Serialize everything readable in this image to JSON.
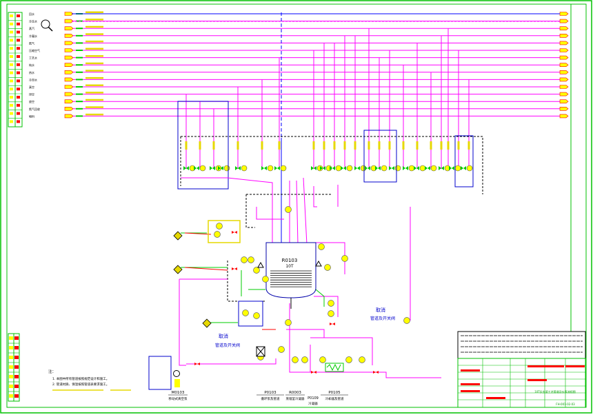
{
  "colors": {
    "frame": "#00c000",
    "magenta": "#ff00ff",
    "blue": "#0000ff",
    "yellow": "#ffff00",
    "green": "#00cc00",
    "red": "#ff0000",
    "black": "#000000",
    "pipe_tag": "#e6d800"
  },
  "left_labels": [
    "回水",
    "冷冻水",
    "蒸汽",
    "冷凝水",
    "氮气",
    "压缩空气",
    "工艺水",
    "纯水",
    "热水",
    "冷却水",
    "真空",
    "排空",
    "放空",
    "氮气回收",
    "物料"
  ],
  "vessel": {
    "tag": "R0103",
    "volume": "10T"
  },
  "callouts": [
    {
      "line1": "取消",
      "line2": "管道及开关阀"
    },
    {
      "line1": "取消",
      "line2": "管道及开关阀"
    }
  ],
  "equipment_tags": [
    {
      "tag": "M0103",
      "desc": "移动式真空泵"
    },
    {
      "tag": "P0103",
      "desc": "循环泵及管道"
    },
    {
      "tag": "R0003",
      "desc": "蒸馏釜冷凝器"
    },
    {
      "tag": "P0105",
      "desc": "冷却器及管道"
    }
  ],
  "extra_tag": {
    "tag": "P0109",
    "desc": "冷凝器"
  },
  "notes": {
    "title": "注：",
    "items": [
      "1. 本图中所有管道按照规范设计和施工。",
      "2. 管道材质、保温按照管道表要求施工。"
    ]
  },
  "title_block": {
    "drawing_title": "10T反应釜工艺管道及仪表流程图",
    "drawing_no": "FH-001-02-03"
  }
}
